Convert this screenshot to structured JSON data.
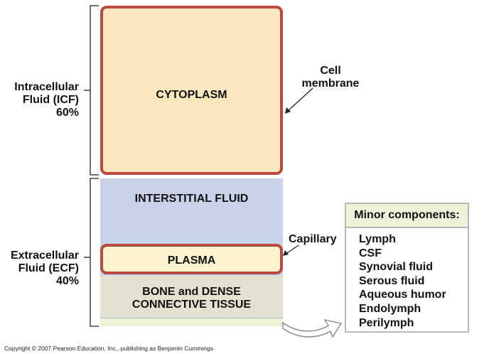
{
  "icf": {
    "line1": "Intracellular",
    "line2": "Fluid (ICF)",
    "line3": "60%"
  },
  "ecf": {
    "line1": "Extracellular",
    "line2": "Fluid (ECF)",
    "line3": "40%"
  },
  "compartments": {
    "cytoplasm": "CYTOPLASM",
    "interstitial": "INTERSTITIAL FLUID",
    "plasma": "PLASMA",
    "bone_line1": "BONE and DENSE",
    "bone_line2": "CONNECTIVE TISSUE"
  },
  "callouts": {
    "cell_membrane_line1": "Cell",
    "cell_membrane_line2": "membrane",
    "capillary": "Capillary"
  },
  "minor": {
    "title": "Minor components:",
    "items": [
      "Lymph",
      "CSF",
      "Synovial fluid",
      "Serous fluid",
      "Aqueous humor",
      "Endolymph",
      "Perilymph"
    ]
  },
  "copyright": "Copyright © 2007 Pearson Education, Inc., publishing as Benjamin Cummings",
  "colors": {
    "membrane": "#b84a40",
    "cytoplasm": "#f9e7bd",
    "interstitial": "#c8d3ea",
    "plasma": "#fdf3cf",
    "bone": "#e3e1cf"
  }
}
